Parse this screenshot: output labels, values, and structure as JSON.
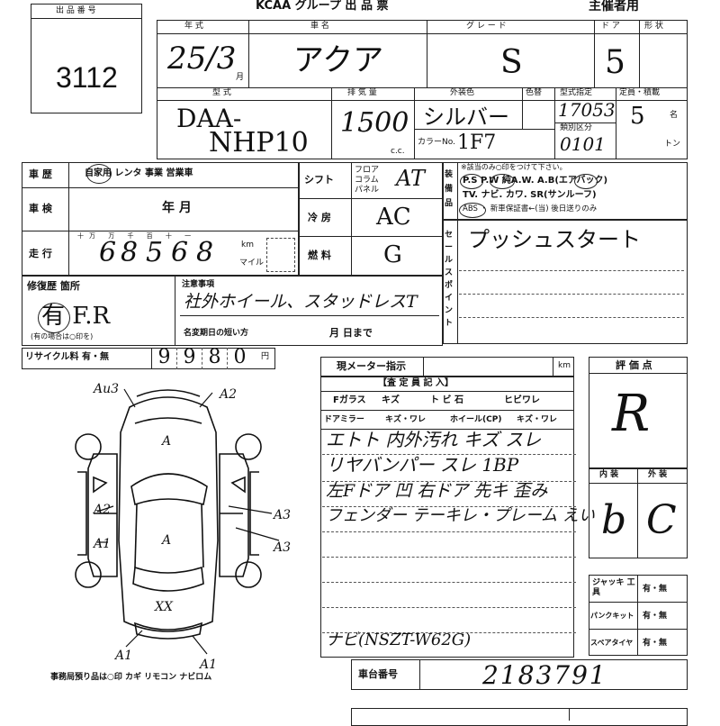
{
  "header": {
    "lot_label": "出 品 番 号",
    "lot_number": "3112",
    "title": "KCAA グループ 出 品 票",
    "organizer": "主催者用"
  },
  "row1": {
    "year_label": "年 式",
    "year_value": "25/3",
    "month_suffix": "月",
    "name_label": "車 名",
    "name_value": "アクア",
    "grade_label": "グ レ ー ド",
    "grade_value": "S",
    "doors_label": "ド ア",
    "doors_value": "5",
    "shape_label": "形 状"
  },
  "row2": {
    "model_label": "型 式",
    "model_value_1": "DAA-",
    "model_value_2": "NHP10",
    "disp_label": "排 気 量",
    "disp_value": "1500",
    "disp_unit": "c.c.",
    "color_label": "外装色",
    "color_value": "シルバー",
    "color_code_label": "色替",
    "color_no_label": "カラーNo.",
    "color_no_value": "1F7",
    "type_label": "型式指定",
    "type_value": "17053",
    "class_label": "類別区分",
    "class_value": "0101",
    "capacity_label": "定員・積載",
    "capacity_value": "5",
    "capacity_unit": "名",
    "load_unit": "トン"
  },
  "history": {
    "label": "車 歴",
    "options": "自家用  レンタ  事業 営業車",
    "inspection_label": "車 検",
    "inspection_value": "年      月",
    "mileage_label": "走 行",
    "mileage_digits": [
      "6",
      "8",
      "5",
      "6",
      "8"
    ],
    "mileage_unit": "km",
    "mileage_alt_unit": "マイル",
    "unit_markers": "十万 万 千 百 十 一"
  },
  "specs": {
    "shift_label": "シフト",
    "shift_options": "フロア コラム パネル",
    "shift_value": "AT",
    "ac_label": "冷 房",
    "ac_value": "AC",
    "fuel_label": "燃 料",
    "fuel_value": "G"
  },
  "equipment": {
    "label": "装備品",
    "note": "※該当のみ○印をつけて下さい。",
    "line1": "P.S  P.W  純A.W.  A.B(エアバック)",
    "line2": "TV. ナビ. カワ. SR(サンルーフ)",
    "line3": "ABS ・ 新車保証書←(当) 後日送りのみ"
  },
  "sales_point": {
    "label": "セールスポイント",
    "value": "プッシュスタート"
  },
  "repair": {
    "label": "修復歴 箇所",
    "value": "有 F.R",
    "note": "(有の場合は○印を)"
  },
  "remarks": {
    "label": "注意事項",
    "value": "社外ホイール、スタッドレスT",
    "deadline_label": "名変期日の短い方",
    "deadline_suffix": "月    日まで"
  },
  "recycle": {
    "label": "リサイクル料 有・無",
    "digits": [
      "9",
      "9",
      "8",
      "0"
    ],
    "unit": "円"
  },
  "meter": {
    "label": "現メーター指示",
    "unit": "km"
  },
  "inspector": {
    "title": "【査 定 員 記 入】",
    "glass_label": "Fガラス",
    "glass_value": "キズ",
    "stone_label": "ト ビ 石",
    "crack_label": "ヒビワレ",
    "mirror_label": "ドアミラー",
    "mirror_value": "キズ・ワレ",
    "wheel_label": "ホイール(CP)",
    "wheel_value": "キズ・ワレ",
    "notes": [
      "エトト 内外汚れ キズ スレ",
      "リヤバンパー スレ 1BP",
      "左Fドア 凹 右ドア 先キ 歪み",
      "フェンダー テーキレ・プレーム えい",
      "",
      "",
      "",
      "",
      "ナビ(NSZT-W62G)"
    ]
  },
  "grade_box": {
    "label": "評 価 点",
    "value": "R",
    "interior_label": "内 装",
    "exterior_label": "外 装",
    "interior_value": "b",
    "exterior_value": "C"
  },
  "accessories": [
    {
      "label": "ジャッキ 工 具",
      "value": "有・無"
    },
    {
      "label": "パンクキット",
      "value": "有・無"
    },
    {
      "label": "スペアタイヤ",
      "value": "有・無"
    }
  ],
  "chassis": {
    "label": "車台番号",
    "value": "2183791"
  },
  "diagram": {
    "marks": [
      "Au3",
      "A2",
      "A",
      "A2",
      "A1",
      "A",
      "A3",
      "A3",
      "XX",
      "A1",
      "A1"
    ],
    "footer": "事務局預り品は○印  カギ  リモコン  ナビロム"
  }
}
